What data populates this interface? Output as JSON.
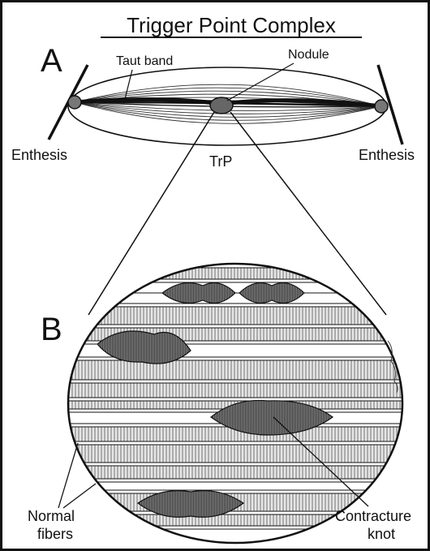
{
  "title": "Trigger Point Complex",
  "panel_a": {
    "letter": "A",
    "taut_band_label": "Taut band",
    "nodule_label": "Nodule",
    "enthesis_left_label": "Enthesis",
    "enthesis_right_label": "Enthesis",
    "trp_label": "TrP"
  },
  "panel_b": {
    "letter": "B",
    "normal_fibers_label_line1": "Normal",
    "normal_fibers_label_line2": "fibers",
    "contracture_knot_label_line1": "Contracture",
    "contracture_knot_label_line2": "knot"
  },
  "colors": {
    "ink": "#111111",
    "fiber_fill": "#d8d8d8",
    "knot_fill": "#555555",
    "background": "#ffffff"
  }
}
